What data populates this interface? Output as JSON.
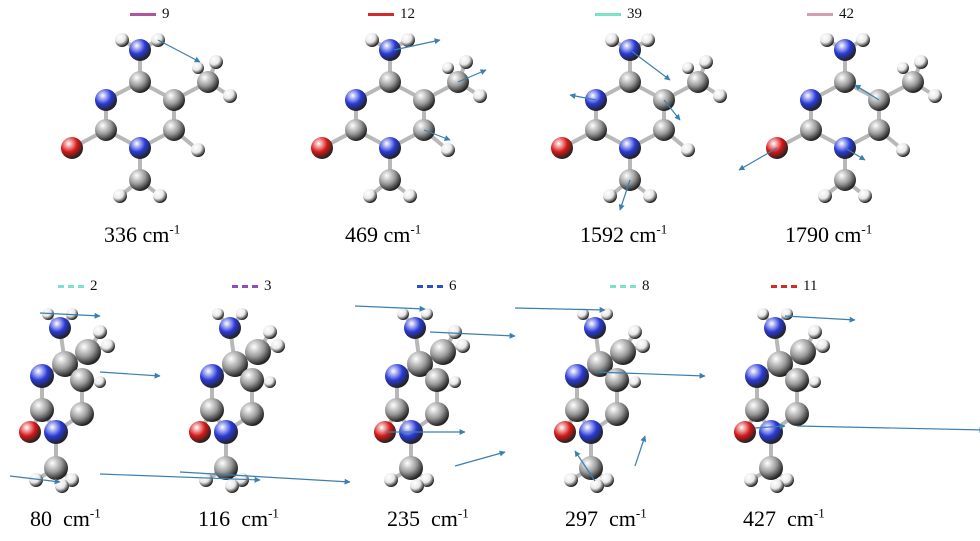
{
  "panels": [
    {
      "mode": "9",
      "frequency": "336",
      "color": "#b0559e",
      "style": "solid"
    },
    {
      "mode": "12",
      "frequency": "469",
      "color": "#d32a2a",
      "style": "solid"
    },
    {
      "mode": "39",
      "frequency": "1592",
      "color": "#7fe0c8",
      "style": "solid"
    },
    {
      "mode": "42",
      "frequency": "1790",
      "color": "#d4a0b0",
      "style": "solid"
    },
    {
      "mode": "2",
      "frequency": "80",
      "color": "#7fe0d0",
      "style": "dashed"
    },
    {
      "mode": "3",
      "frequency": "116",
      "color": "#8a4fb8",
      "style": "dashed"
    },
    {
      "mode": "6",
      "frequency": "235",
      "color": "#2a50c8",
      "style": "dashed"
    },
    {
      "mode": "8",
      "frequency": "297",
      "color": "#7fe0c8",
      "style": "dashed"
    },
    {
      "mode": "11",
      "frequency": "427",
      "color": "#d32a2a",
      "style": "dashed"
    }
  ],
  "unit": "cm",
  "unit_exponent": "-1",
  "colors": {
    "carbon": "#9a9a9a",
    "nitrogen": "#2a3ad8",
    "oxygen": "#d81818",
    "hydrogen": "#e8e8e8",
    "bond": "#b8b8b8",
    "arrow": "#3a7fb0"
  }
}
